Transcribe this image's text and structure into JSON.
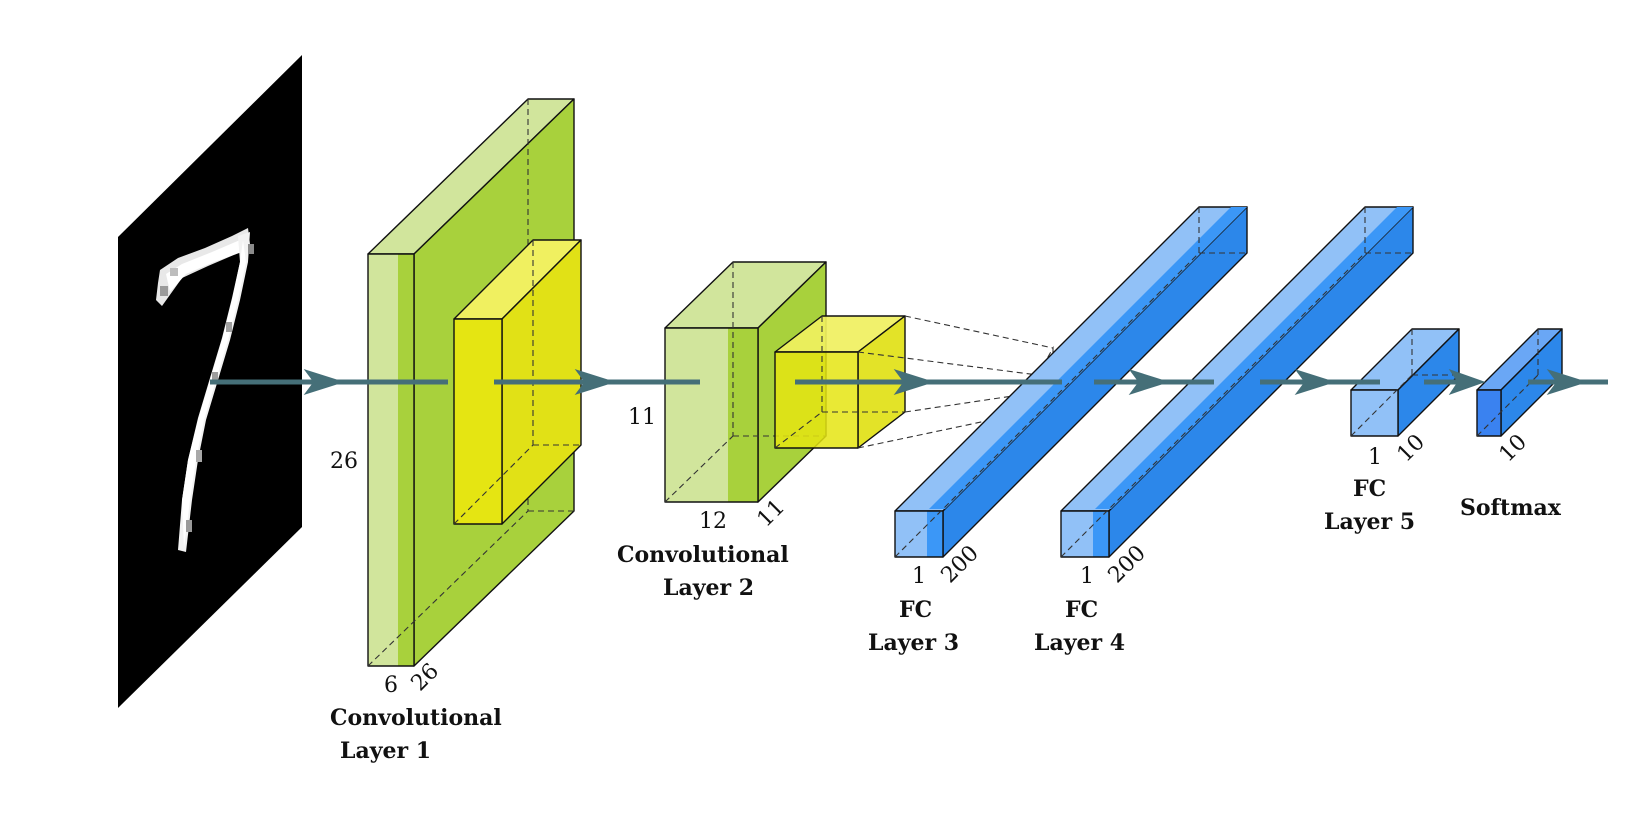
{
  "colors": {
    "conv_light": "#d1e59c",
    "conv_mid": "#a8d13c",
    "conv_dark": "#a8d13c",
    "kernel_front": "#e5e512",
    "kernel_side": "#e1e116",
    "kernel_top": "#f0f060",
    "fc_light": "#91c1f7",
    "fc_mid": "#3b97f7",
    "fc_dark": "#2c87ea",
    "softmax": "#3a82f0",
    "arrow": "#456f78",
    "image_bg": "#000000",
    "digit": "#ffffff"
  },
  "input_image": {
    "digit_text": "7",
    "icon": "handwritten-digit-image"
  },
  "layers": [
    {
      "id": "conv1",
      "title_line1": "Convolutional",
      "title_line2": "Layer 1",
      "dim_depth": "6",
      "dim_width": "26",
      "dim_height": "26"
    },
    {
      "id": "conv2",
      "title_line1": "Convolutional",
      "title_line2": "Layer 2",
      "dim_depth": "12",
      "dim_width": "11",
      "dim_height": "11"
    },
    {
      "id": "fc3",
      "title_line1": "FC",
      "title_line2": "Layer 3",
      "dim_depth": "1",
      "dim_width": "200"
    },
    {
      "id": "fc4",
      "title_line1": "FC",
      "title_line2": "Layer 4",
      "dim_depth": "1",
      "dim_width": "200"
    },
    {
      "id": "fc5",
      "title_line1": "FC",
      "title_line2": "Layer 5",
      "dim_depth": "1",
      "dim_width": "10"
    },
    {
      "id": "softmax",
      "title_line1": "Softmax",
      "dim_width": "10"
    }
  ]
}
